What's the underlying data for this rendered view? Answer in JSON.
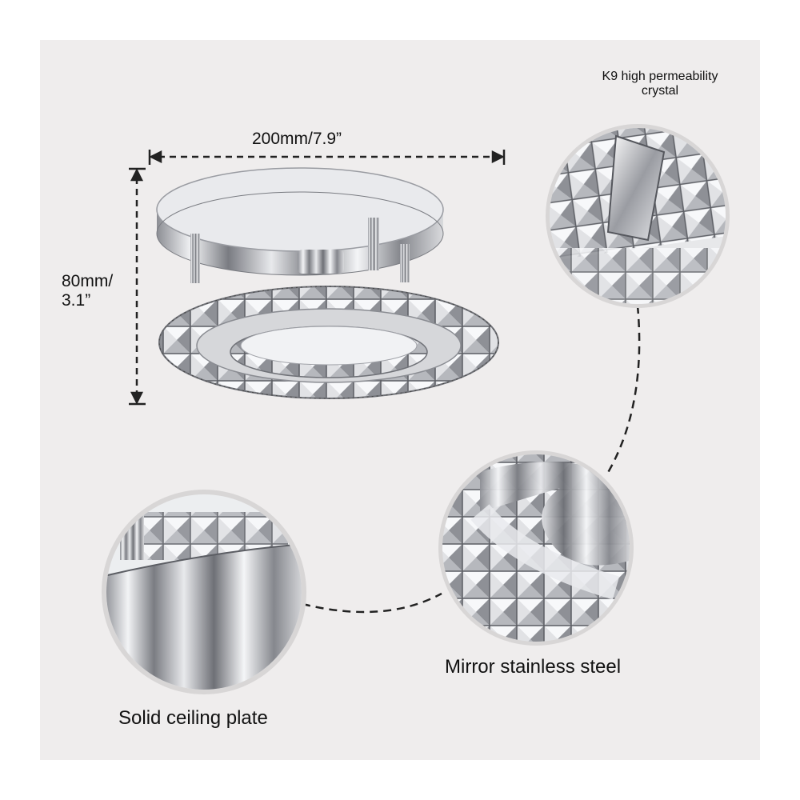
{
  "dimensions": {
    "width_label": "200mm/7.9”",
    "height_label_line1": "80mm/",
    "height_label_line2": "3.1”"
  },
  "callouts": {
    "crystal_label_line1": "K9 high permeability",
    "crystal_label_line2": "crystal",
    "mirror_label": "Mirror stainless steel",
    "plate_label": "Solid ceiling plate"
  },
  "colors": {
    "panel_background": "#efeded",
    "circle_ring": "#d8d6d6",
    "chrome_dark": "#6e7076",
    "chrome_light": "#f4f5f7"
  }
}
